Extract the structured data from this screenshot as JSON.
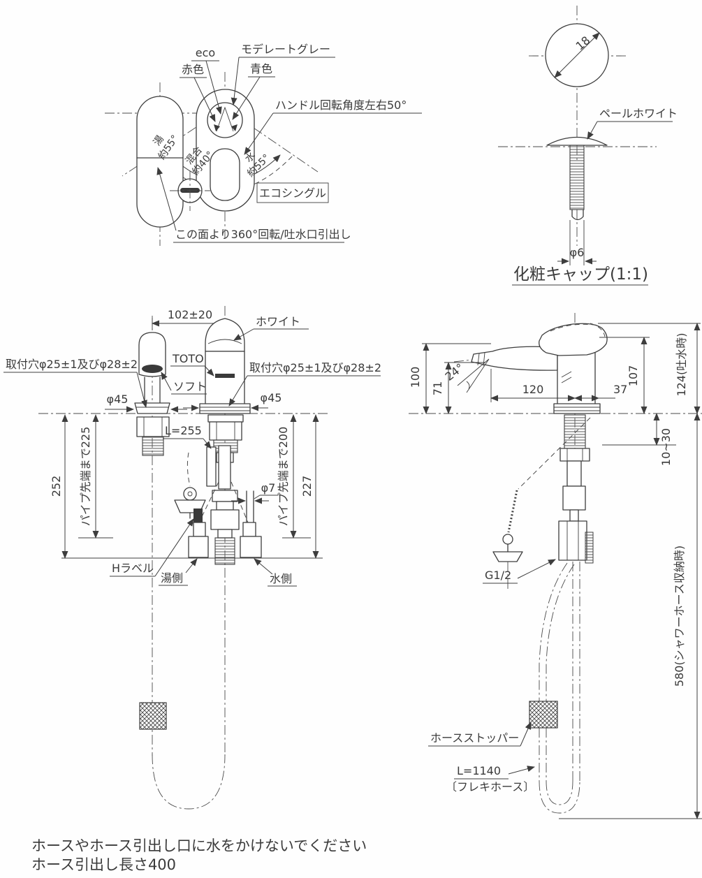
{
  "handle_detail": {
    "eco": "eco",
    "red": "赤色",
    "moderate_gray": "モデレートグレー",
    "blue": "青色",
    "rotation": "ハンドル回転角度左右50°",
    "sector_hot": "湯",
    "sector_hot_angle": "約55°",
    "sector_mix": "混合",
    "sector_mix_angle": "約40°",
    "sector_cold": "水",
    "sector_cold_angle": "約55°",
    "eco_single": "エコシングル",
    "face_note": "この面より360°回転/吐水口引出し"
  },
  "cap_detail": {
    "dia18": "18",
    "pale_white": "ペールホワイト",
    "phi6": "φ6",
    "caption": "化粧キャップ(1:1)"
  },
  "front_view": {
    "dim_102": "102±20",
    "white": "ホワイト",
    "toto": "TOTO",
    "soft": "ソフト",
    "mount_hole": "取付穴φ25±1及びφ28±2",
    "phi45": "φ45",
    "l255": "L=255",
    "dim_252": "252",
    "pipe_tip_225": "パイプ先端まで225",
    "pipe_tip_200": "パイプ先端まで200",
    "dim_227": "227",
    "phi7": "φ7",
    "h_label": "Hラベル",
    "hot_side": "湯側",
    "cold_side": "水側"
  },
  "side_view": {
    "dim_100": "100",
    "dim_71": "71",
    "dim_24": "24°",
    "dim_120": "120",
    "dim_37": "37",
    "dim_107": "107",
    "dim_124": "124(吐水時)",
    "dim_10_30": "10~30",
    "g_half": "G1/2",
    "dim_580": "580(シャワーホース収納時)",
    "hose_stopper": "ホースストッパー",
    "l1140": "L=1140",
    "flex_hose": "〔フレキホース〕"
  },
  "notes": {
    "line1": "ホースやホース引出し口に水をかけないでください",
    "line2": "ホース引出し長さ400"
  }
}
